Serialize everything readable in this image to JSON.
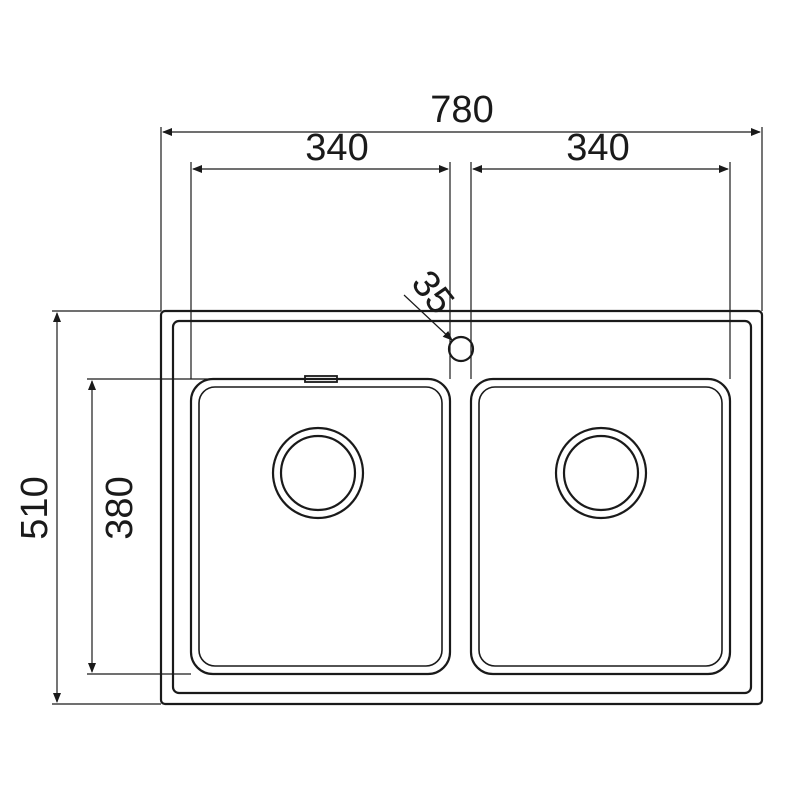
{
  "drawing": {
    "dimensions": {
      "overall_width": "780",
      "left_bowl_width": "340",
      "right_bowl_width": "340",
      "tap_hole_diameter": "35",
      "overall_depth": "510",
      "bowl_depth": "380"
    },
    "line_color": "#1a1a1a",
    "background_color": "#ffffff"
  }
}
